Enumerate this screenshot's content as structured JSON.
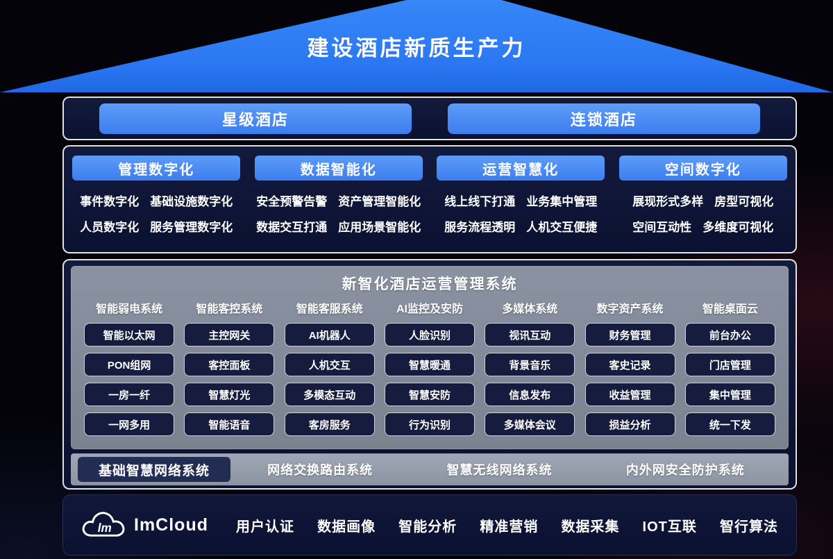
{
  "colors": {
    "roof_blue": "#2e7bf3",
    "button_blue": "#4a8cf2",
    "panel_navy": "#0e1538",
    "system_panel_gray": "#848c9b",
    "network_bar_gray": "#959caa",
    "network_highlight_navy": "#232c52",
    "item_box_navy": "#161c3e",
    "footer_navy": "#0d1434",
    "text_white": "#ffffff"
  },
  "roof": {
    "title": "建设酒店新质生产力"
  },
  "hotel_row": {
    "buttons": [
      "星级酒店",
      "连锁酒店"
    ]
  },
  "categories": [
    {
      "title": "管理数字化",
      "features": [
        "事件数字化",
        "基础设施数字化",
        "人员数字化",
        "服务管理数字化"
      ]
    },
    {
      "title": "数据智能化",
      "features": [
        "安全预警告警",
        "资产管理智能化",
        "数据交互打通",
        "应用场景智能化"
      ]
    },
    {
      "title": "运营智慧化",
      "features": [
        "线上线下打通",
        "业务集中管理",
        "服务流程透明",
        "人机交互便捷"
      ]
    },
    {
      "title": "空间数字化",
      "features": [
        "展现形式多样",
        "房型可视化",
        "空间互动性",
        "多维度可视化"
      ]
    }
  ],
  "system": {
    "title": "新智化酒店运营管理系统",
    "columns": [
      {
        "header": "智能弱电系统",
        "items": [
          "智能以太网",
          "PON组网",
          "一房一纤",
          "一网多用"
        ]
      },
      {
        "header": "智能客控系统",
        "items": [
          "主控网关",
          "客控面板",
          "智慧灯光",
          "智能语音"
        ]
      },
      {
        "header": "智能客服系统",
        "items": [
          "AI机器人",
          "人机交互",
          "多模态互动",
          "客房服务"
        ]
      },
      {
        "header": "AI监控及安防",
        "items": [
          "人脸识别",
          "智慧暖通",
          "智慧安防",
          "行为识别"
        ]
      },
      {
        "header": "多媒体系统",
        "items": [
          "视讯互动",
          "背景音乐",
          "信息发布",
          "多媒体会议"
        ]
      },
      {
        "header": "数字资产系统",
        "items": [
          "财务管理",
          "客史记录",
          "收益管理",
          "损益分析"
        ]
      },
      {
        "header": "智能桌面云",
        "items": [
          "前台办公",
          "门店管理",
          "集中管理",
          "统一下发"
        ]
      }
    ]
  },
  "network": {
    "highlight": "基础智慧网络系统",
    "items": [
      "网络交换路由系统",
      "智慧无线网络系统",
      "内外网安全防护系统"
    ]
  },
  "footer": {
    "logo": {
      "icon": "cloud-icon",
      "glyph": "lm",
      "text": "ImCloud"
    },
    "items": [
      "用户认证",
      "数据画像",
      "智能分析",
      "精准营销",
      "数据采集",
      "IOT互联",
      "智行算法"
    ]
  }
}
